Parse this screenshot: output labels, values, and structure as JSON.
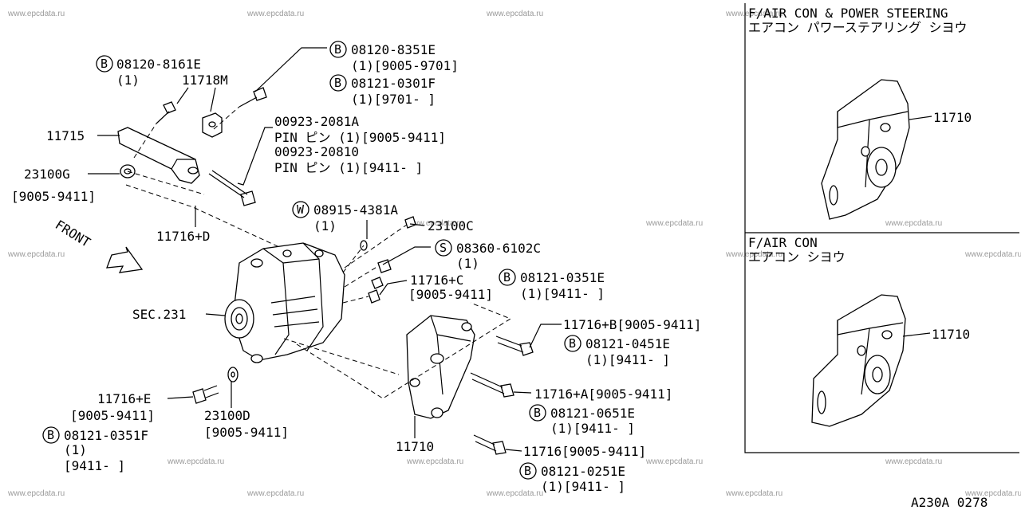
{
  "watermark": "www.epcdata.ru",
  "diagram_code": "A230A 0278",
  "direction_label": "FRONT",
  "section_label": "SEC.231",
  "callouts": {
    "b_8161E": {
      "mark": "B",
      "code": "08120-8161E",
      "qty": "(1)"
    },
    "p_11718M": "11718M",
    "p_11715": "11715",
    "p_23100G": "23100G",
    "r_23100G": "[9005-9411]",
    "p_11716D": "11716+D",
    "b_8351E": {
      "mark": "B",
      "code": "08120-8351E",
      "line2": "(1)[9005-9701]"
    },
    "b_0301F": {
      "mark": "B",
      "code": "08121-0301F",
      "line2": "(1)[9701-      ]"
    },
    "pin1": {
      "code": "00923-2081A",
      "line2": "PIN  ピン (1)[9005-9411]"
    },
    "pin2": {
      "code": "00923-20810",
      "line2": "PIN  ピン (1)[9411-      ]"
    },
    "w_4381A": {
      "mark": "W",
      "code": "08915-4381A",
      "qty": "(1)"
    },
    "p_23100C": "23100C",
    "s_6102C": {
      "mark": "S",
      "code": "08360-6102C",
      "qty": "(1)"
    },
    "p_11716C": "11716+C",
    "r_11716C": "[9005-9411]",
    "b_0351E": {
      "mark": "B",
      "code": "08121-0351E",
      "line2": "(1)[9411-      ]"
    },
    "p_11716B": "11716+B[9005-9411]",
    "b_0451E": {
      "mark": "B",
      "code": "08121-0451E",
      "line2": "(1)[9411-      ]"
    },
    "p_11716A": "11716+A[9005-9411]",
    "b_0651E": {
      "mark": "B",
      "code": "08121-0651E",
      "line2": "(1)[9411-      ]"
    },
    "p_11716": "11716[9005-9411]",
    "b_0251E": {
      "mark": "B",
      "code": "08121-0251E",
      "line2": "(1)[9411-      ]"
    },
    "p_11716E": "11716+E",
    "r_11716E": "[9005-9411]",
    "p_23100D": "23100D",
    "r_23100D": "[9005-9411]",
    "b_0351F": {
      "mark": "B",
      "code": "08121-0351F",
      "qty": "(1)",
      "range": "[9411-      ]"
    },
    "p_11710": "11710"
  },
  "panels": {
    "top": {
      "title": "F/AIR CON & POWER STEERING",
      "subtitle": "エアコン  パワーステアリング  シヨウ",
      "part": "11710"
    },
    "bottom": {
      "title": "F/AIR CON",
      "subtitle": "エアコン  シヨウ",
      "part": "11710"
    }
  }
}
